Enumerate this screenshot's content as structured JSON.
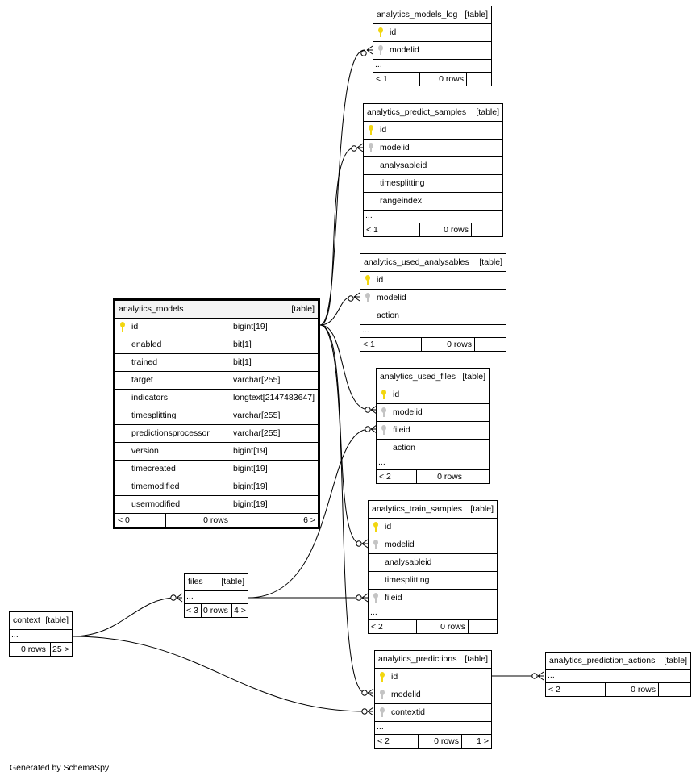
{
  "footer_text": "Generated by SchemaSpy",
  "key_colors": {
    "primary": "#f2d60f",
    "foreign": "#c4c4c4"
  },
  "tables": {
    "analytics_models": {
      "name": "analytics_models",
      "tag": "[table]",
      "columns": [
        {
          "name": "id",
          "type": "bigint[19]"
        },
        {
          "name": "enabled",
          "type": "bit[1]"
        },
        {
          "name": "trained",
          "type": "bit[1]"
        },
        {
          "name": "target",
          "type": "varchar[255]"
        },
        {
          "name": "indicators",
          "type": "longtext[2147483647]"
        },
        {
          "name": "timesplitting",
          "type": "varchar[255]"
        },
        {
          "name": "predictionsprocessor",
          "type": "varchar[255]"
        },
        {
          "name": "version",
          "type": "bigint[19]"
        },
        {
          "name": "timecreated",
          "type": "bigint[19]"
        },
        {
          "name": "timemodified",
          "type": "bigint[19]"
        },
        {
          "name": "usermodified",
          "type": "bigint[19]"
        }
      ],
      "parents": "< 0",
      "rows": "0 rows",
      "children": "6 >"
    },
    "analytics_models_log": {
      "name": "analytics_models_log",
      "tag": "[table]",
      "columns": [
        "id",
        "modelid"
      ],
      "more": "...",
      "parents": "< 1",
      "rows": "0 rows",
      "children": ""
    },
    "analytics_predict_samples": {
      "name": "analytics_predict_samples",
      "tag": "[table]",
      "columns": [
        "id",
        "modelid",
        "analysableid",
        "timesplitting",
        "rangeindex"
      ],
      "more": "...",
      "parents": "< 1",
      "rows": "0 rows",
      "children": ""
    },
    "analytics_used_analysables": {
      "name": "analytics_used_analysables",
      "tag": "[table]",
      "columns": [
        "id",
        "modelid",
        "action"
      ],
      "more": "...",
      "parents": "< 1",
      "rows": "0 rows",
      "children": ""
    },
    "analytics_used_files": {
      "name": "analytics_used_files",
      "tag": "[table]",
      "columns": [
        "id",
        "modelid",
        "fileid",
        "action"
      ],
      "more": "...",
      "parents": "< 2",
      "rows": "0 rows",
      "children": ""
    },
    "analytics_train_samples": {
      "name": "analytics_train_samples",
      "tag": "[table]",
      "columns": [
        "id",
        "modelid",
        "analysableid",
        "timesplitting",
        "fileid"
      ],
      "more": "...",
      "parents": "< 2",
      "rows": "0 rows",
      "children": ""
    },
    "analytics_predictions": {
      "name": "analytics_predictions",
      "tag": "[table]",
      "columns": [
        "id",
        "modelid",
        "contextid"
      ],
      "more": "...",
      "parents": "< 2",
      "rows": "0 rows",
      "children": "1 >"
    },
    "analytics_prediction_actions": {
      "name": "analytics_prediction_actions",
      "tag": "[table]",
      "more": "...",
      "parents": "< 2",
      "rows": "0 rows",
      "children": ""
    },
    "files": {
      "name": "files",
      "tag": "[table]",
      "more": "...",
      "parents": "< 3",
      "rows": "0 rows",
      "children": "4 >"
    },
    "context": {
      "name": "context",
      "tag": "[table]",
      "more": "...",
      "parents": "",
      "rows": "0 rows",
      "children": "25 >"
    }
  }
}
